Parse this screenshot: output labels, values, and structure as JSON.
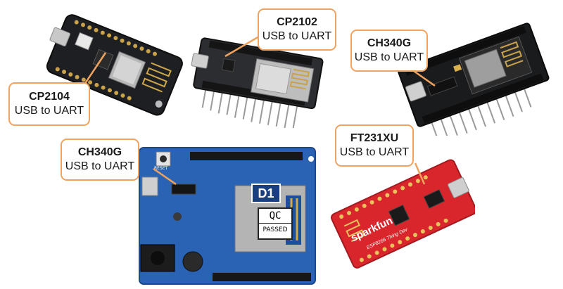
{
  "colors": {
    "callout_border": "#f0a35e",
    "leader_line": "#f0a35e",
    "pcb_black": "#1c1d20",
    "pcb_blue": "#2a62b4",
    "pcb_red": "#d8262c"
  },
  "callouts": [
    {
      "id": "feather",
      "chip": "CP2104",
      "desc": "USB to UART"
    },
    {
      "id": "nodemcu-cp2102",
      "chip": "CP2102",
      "desc": "USB to UART"
    },
    {
      "id": "nodemcu-ch340g",
      "chip": "CH340G",
      "desc": "USB to UART"
    },
    {
      "id": "wemos-d1",
      "chip": "CH340G",
      "desc": "USB to UART"
    },
    {
      "id": "sparkfun-thing",
      "chip": "FT231XU",
      "desc": "USB to UART"
    }
  ],
  "board_markings": {
    "d1_logo": "D1",
    "qc_top": "QC",
    "qc_bottom": "PASSED",
    "reset": "RESET",
    "sparkfun": "sparkfun",
    "sparkfun_sub": "ESP8266 Thing Dev"
  }
}
